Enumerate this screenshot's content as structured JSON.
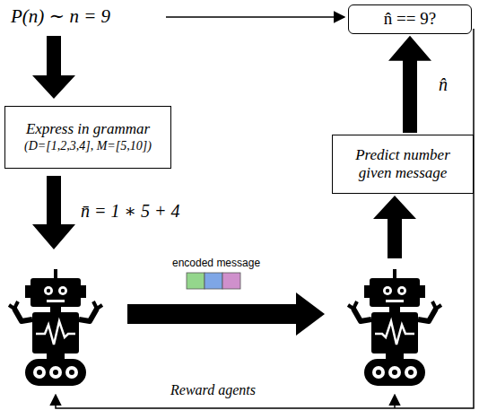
{
  "diagram": {
    "nodes": [
      {
        "text": [
          "n̂ == 9?"
        ]
      },
      {
        "text": [
          "Express in grammar",
          "(D=[1,2,3,4], M=[5,10])"
        ]
      },
      {
        "text": [
          "Predict number given message"
        ]
      }
    ],
    "edges": [
      {
        "from": 2,
        "to": 0,
        "arrow": "to",
        "label": "n̂"
      }
    ],
    "labels": [
      "P(n) ∼ n = 9",
      "n̄ = 1 ∗ 5 + 4",
      "encoded message",
      "Reward agents"
    ]
  }
}
